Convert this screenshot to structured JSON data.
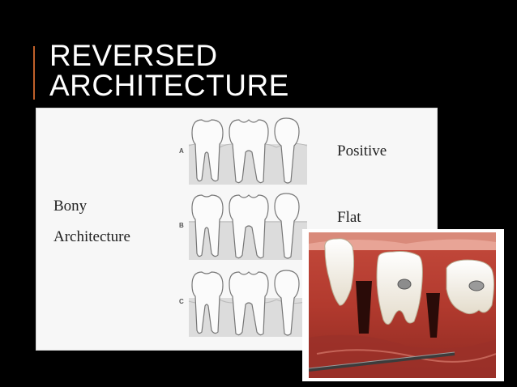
{
  "slide": {
    "title_line1": "REVERSED",
    "title_line2": "ARCHITECTURE",
    "accent_color": "#c0602a",
    "background": "#000000"
  },
  "figure": {
    "left_label_line1": "Bony",
    "left_label_line2": "Architecture",
    "rows": [
      {
        "letter": "A",
        "label": "Positive"
      },
      {
        "letter": "B",
        "label": "Flat"
      },
      {
        "letter": "C",
        "label": ""
      }
    ]
  },
  "photo": {
    "subject": "clinical-photo-reversed-bone-architecture"
  }
}
